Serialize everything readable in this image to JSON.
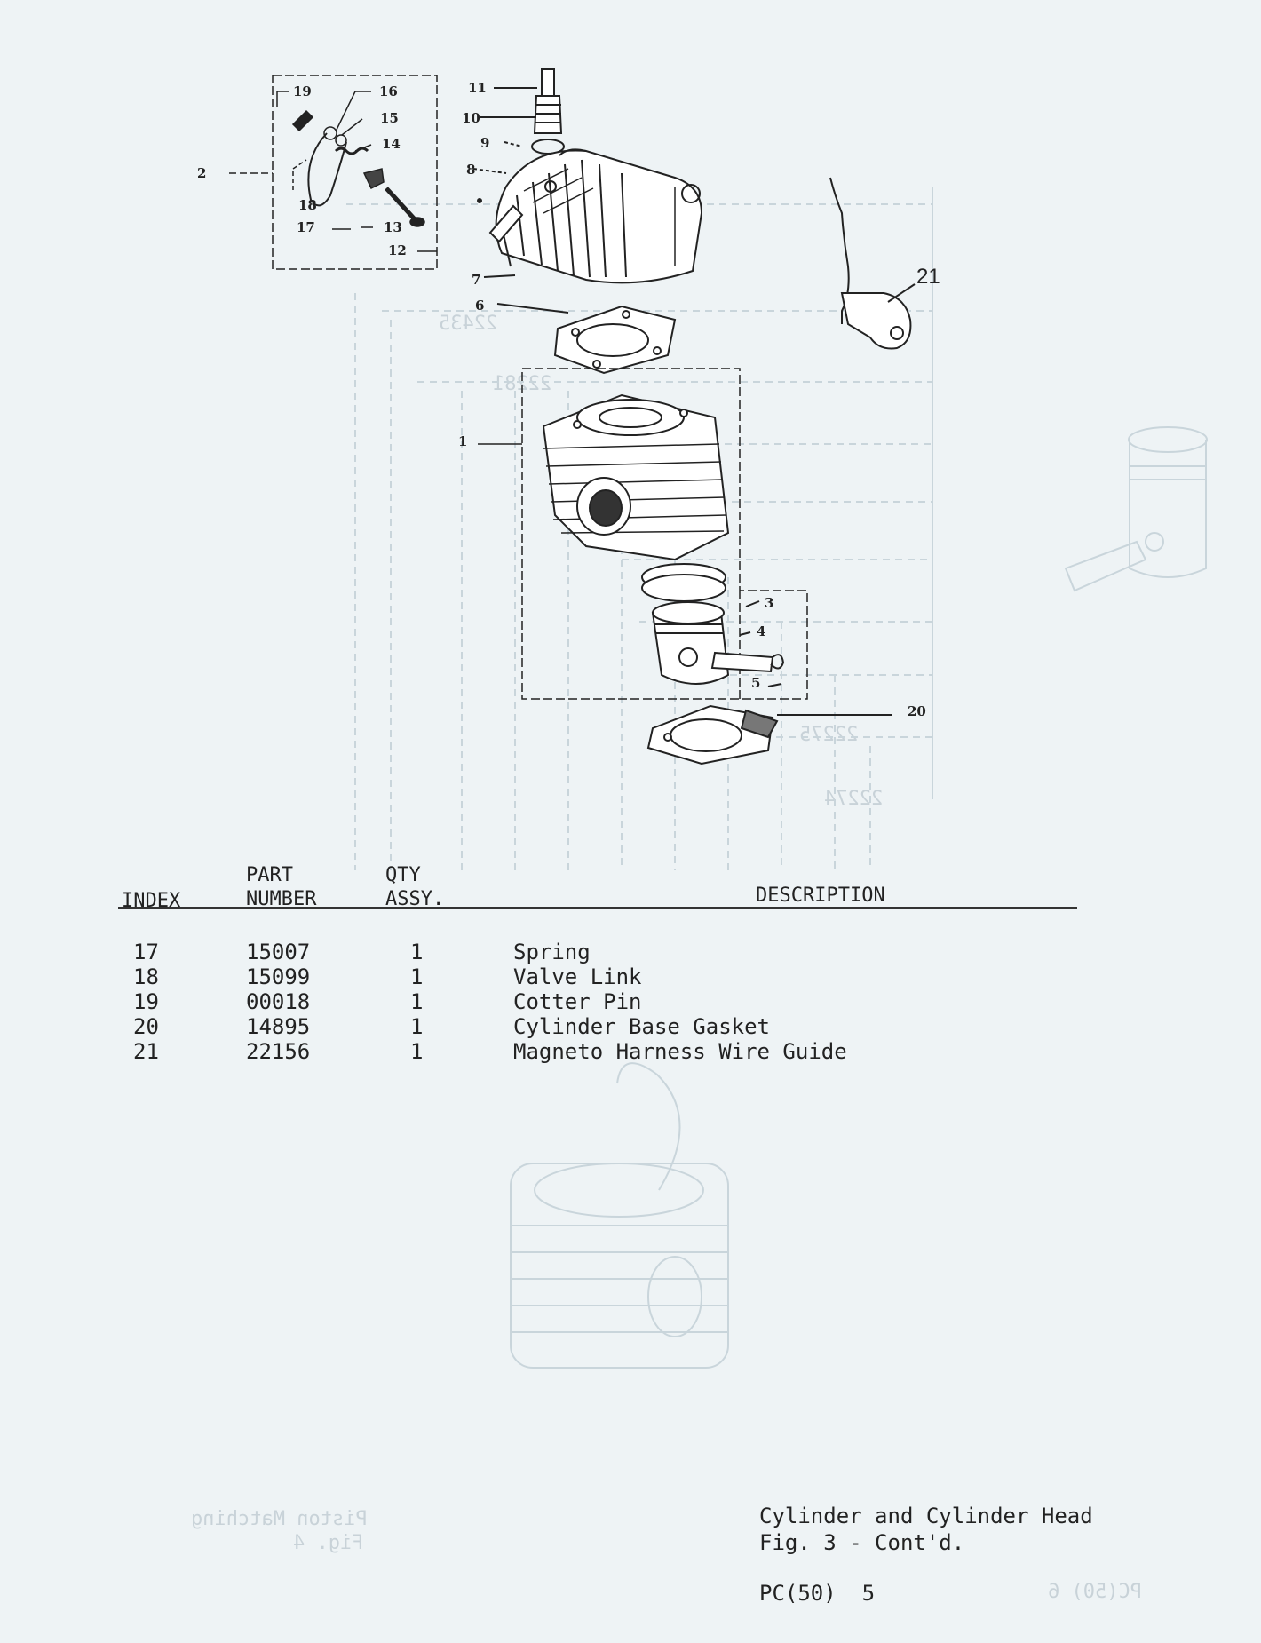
{
  "callouts": {
    "c1": "1",
    "c2": "2",
    "c3": "3",
    "c4": "4",
    "c5": "5",
    "c6": "6",
    "c7": "7",
    "c8": "8",
    "c9": "9",
    "c10": "10",
    "c11": "11",
    "c12": "12",
    "c13": "13",
    "c14": "14",
    "c15": "15",
    "c16": "16",
    "c17": "17",
    "c18": "18",
    "c19": "19",
    "c20": "20",
    "c21": "21"
  },
  "table": {
    "headers": {
      "index": "INDEX",
      "part_line1": "PART",
      "part_line2": "NUMBER",
      "qty_line1": "QTY",
      "qty_line2": "ASSY.",
      "description": "DESCRIPTION"
    },
    "rows": [
      {
        "index": "17",
        "part": "15007",
        "qty": "1",
        "description": "Spring"
      },
      {
        "index": "18",
        "part": "15099",
        "qty": "1",
        "description": "Valve Link"
      },
      {
        "index": "19",
        "part": "00018",
        "qty": "1",
        "description": "Cotter Pin"
      },
      {
        "index": "20",
        "part": "14895",
        "qty": "1",
        "description": "Cylinder Base Gasket"
      },
      {
        "index": "21",
        "part": "22156",
        "qty": "1",
        "description": "Magneto Harness Wire Guide"
      }
    ]
  },
  "caption": {
    "line1": "Cylinder and Cylinder Head",
    "line2": "Fig. 3 - Cont'd."
  },
  "page_number": "PC(50)  5",
  "bleed_through": {
    "fig_title": "Piston Matching",
    "fig_num": "Fig. 4",
    "page": "PC(50)  6",
    "part_a": "22435",
    "part_b": "22281",
    "part_c": "22275",
    "part_d": "22274"
  }
}
